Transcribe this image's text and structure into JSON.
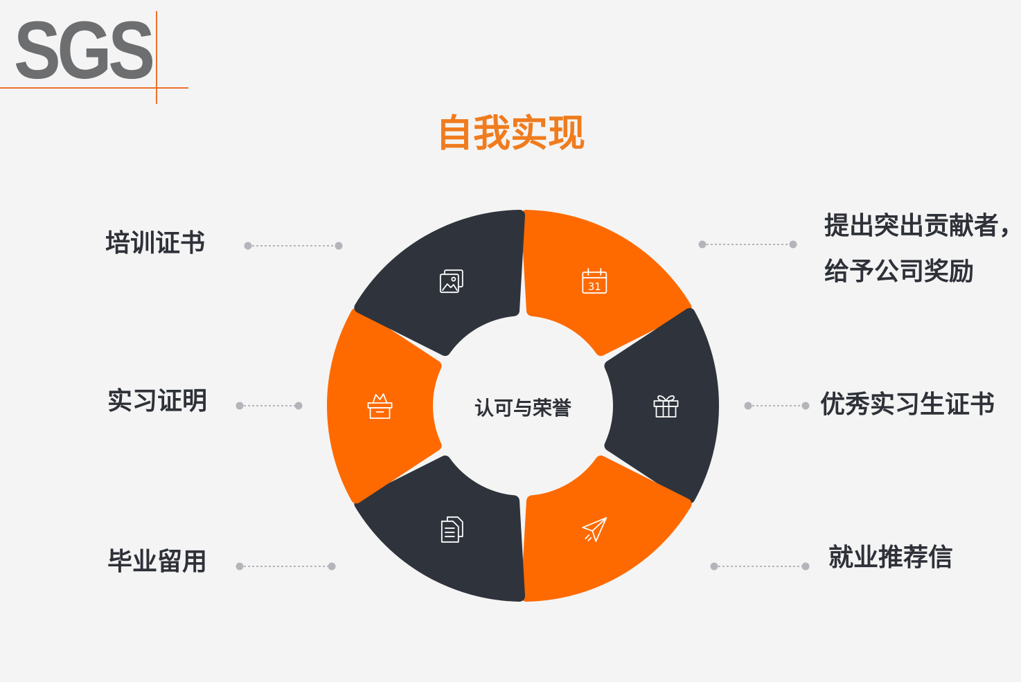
{
  "logo": {
    "text": "SGS"
  },
  "title": "自我实现",
  "center": "认可与荣誉",
  "colors": {
    "orange": "#fe6a00",
    "dark": "#2f333c",
    "title": "#f07c1e",
    "text": "#2e3138",
    "connector": "#b3b5ba"
  },
  "segments": [
    {
      "icon": "calendar-icon",
      "calendar_day": "31",
      "color": "orange"
    },
    {
      "icon": "gift-icon",
      "color": "dark"
    },
    {
      "icon": "paper-plane-icon",
      "color": "orange"
    },
    {
      "icon": "documents-icon",
      "color": "dark"
    },
    {
      "icon": "box-icon",
      "color": "orange"
    },
    {
      "icon": "pictures-icon",
      "color": "dark"
    }
  ],
  "labels": {
    "top_left": "培训证书",
    "mid_left": "实习证明",
    "bottom_left": "毕业留用",
    "top_right_line1": "提出突出贡献者，",
    "top_right_line2": "给予公司奖励",
    "mid_right": "优秀实习生证书",
    "bottom_right": "就业推荐信"
  }
}
